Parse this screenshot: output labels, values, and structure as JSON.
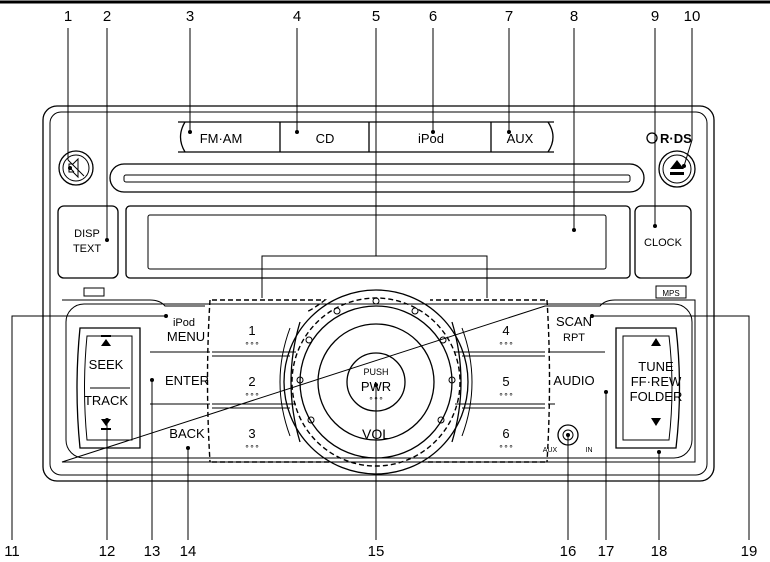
{
  "callouts": [
    "1",
    "2",
    "3",
    "4",
    "5",
    "6",
    "7",
    "8",
    "9",
    "10",
    "11",
    "12",
    "13",
    "14",
    "15",
    "16",
    "17",
    "18",
    "19"
  ],
  "source_buttons": [
    "FM·AM",
    "CD",
    "iPod",
    "AUX"
  ],
  "rds_logo": "R·DS",
  "disp_button": [
    "DISP",
    "TEXT"
  ],
  "clock_button": "CLOCK",
  "mps_label": "MPS",
  "ipod_menu_button": [
    "iPod",
    "MENU"
  ],
  "enter_button": "ENTER",
  "back_button": "BACK",
  "seek_track_rocker": [
    "SEEK",
    "TRACK"
  ],
  "preset_buttons": [
    "1",
    "2",
    "3",
    "4",
    "5",
    "6"
  ],
  "preset_dots": "∘∘∘",
  "knob": {
    "push": "PUSH",
    "pwr": "PWR",
    "vol": "VOL"
  },
  "scan_rpt_button": [
    "SCAN",
    "RPT"
  ],
  "audio_button": "AUDIO",
  "tune_rocker": [
    "TUNE",
    "FF·REW",
    "FOLDER"
  ],
  "aux_jack": [
    "AUX",
    "IN"
  ]
}
